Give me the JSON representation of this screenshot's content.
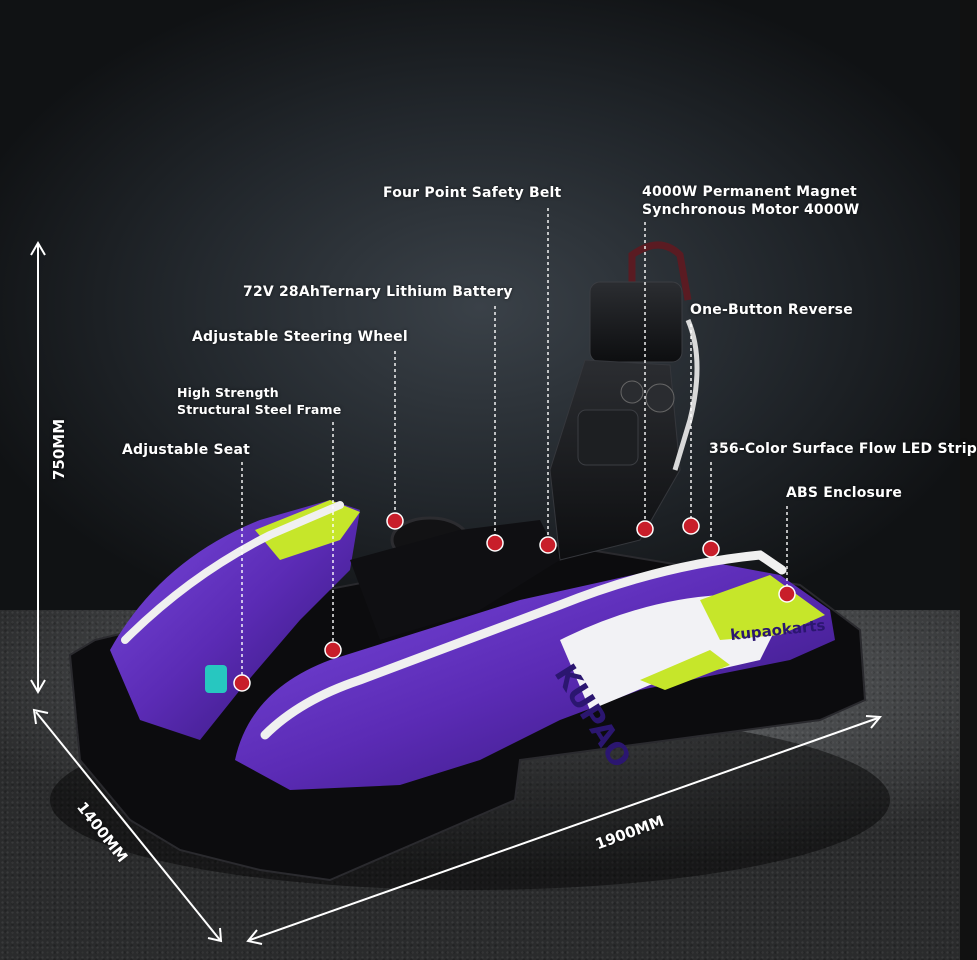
{
  "callouts": {
    "safety_belt": "Four Point Safety Belt",
    "motor_line1": "4000W Permanent Magnet",
    "motor_line2": "Synchronous Motor 4000W",
    "battery": "72V 28AhTernary Lithium Battery",
    "reverse": "One-Button Reverse",
    "steering": "Adjustable Steering Wheel",
    "frame_line1": "High Strength",
    "frame_line2": "Structural Steel Frame",
    "led_strip": "356-Color Surface Flow LED Strip",
    "seat": "Adjustable Seat",
    "enclosure": "ABS Enclosure"
  },
  "dimensions": {
    "height": "750MM",
    "width": "1400MM",
    "length": "1900MM"
  },
  "brand": {
    "logo_text": "kupaokarts",
    "side_text": "KUPAO"
  },
  "colors": {
    "marker": "#c81e2a",
    "body_purple": "#5b2bb5",
    "accent_lime": "#c6e62a",
    "label": "#ffffff"
  }
}
